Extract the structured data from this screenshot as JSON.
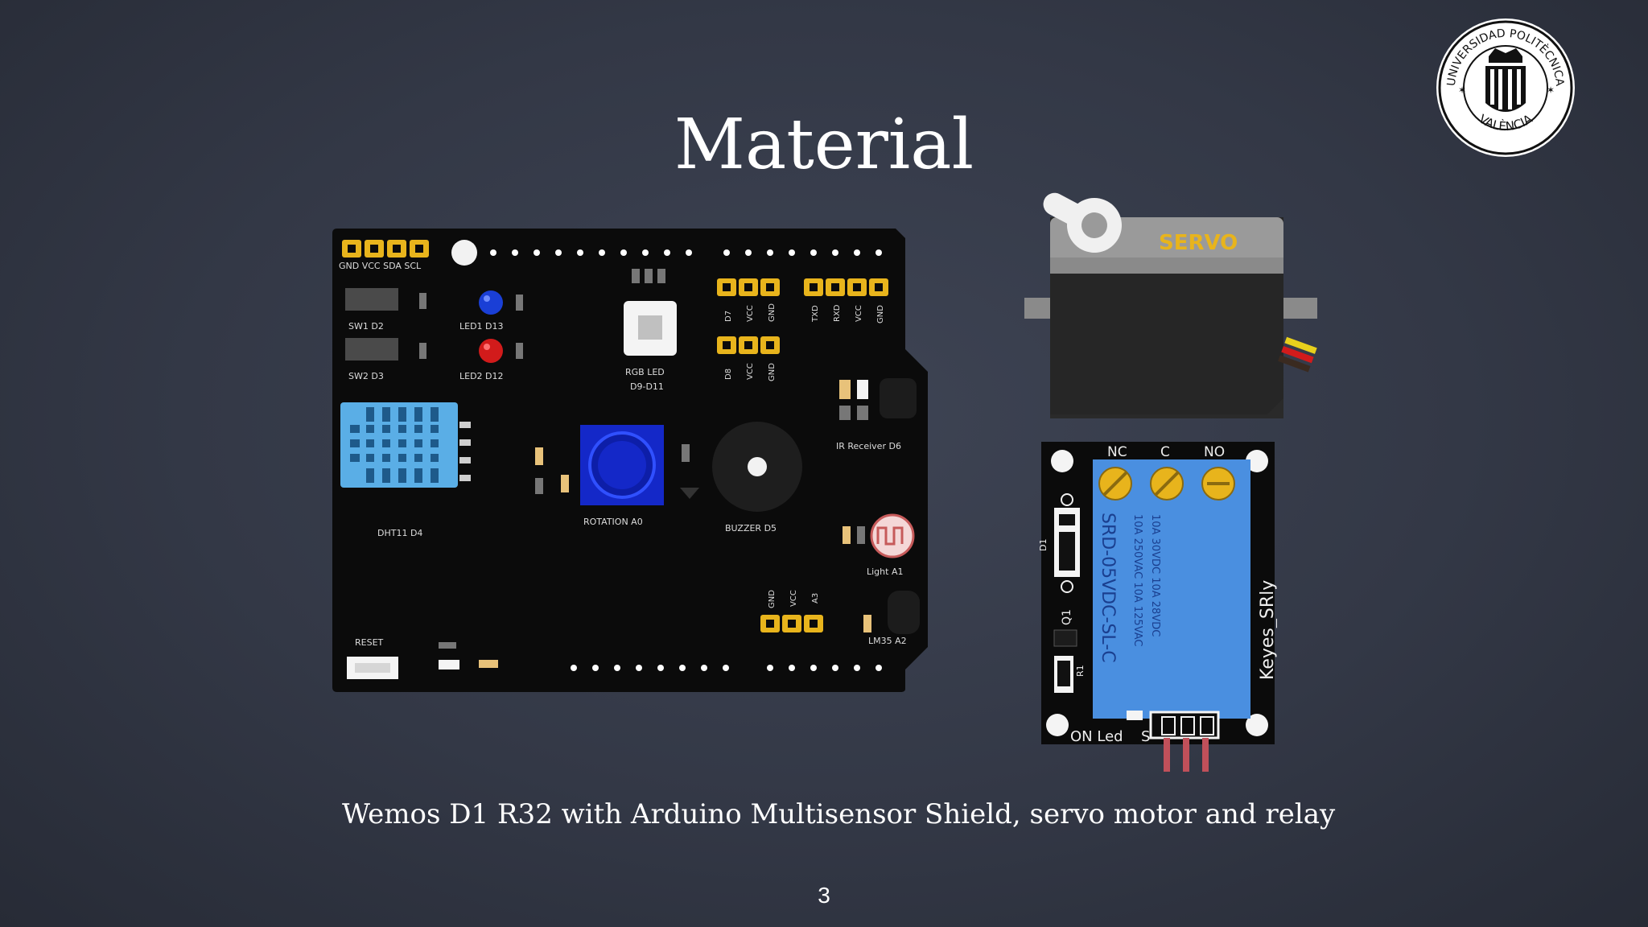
{
  "slide": {
    "title": "Material",
    "caption": "Wemos D1 R32 with Arduino Multisensor Shield, servo motor and relay",
    "page_number": "3"
  },
  "logo": {
    "top_text": "UNIVERSIDAD POLITÈCNICA",
    "bottom_text": "VALÈNCIA"
  },
  "shield": {
    "labels": {
      "i2c_header": "GND VCC SDA SCL",
      "sw1": "SW1 D2",
      "sw2": "SW2 D3",
      "led1": "LED1 D13",
      "led2": "LED2 D12",
      "rgb_led": "RGB LED",
      "rgb_pins": "D9-D11",
      "dht": "DHT11 D4",
      "rotation": "ROTATION A0",
      "buzzer": "BUZZER D5",
      "ir": "IR Receiver D6",
      "light": "Light A1",
      "lm35": "LM35 A2",
      "reset": "RESET",
      "pin_d7": "D7",
      "pin_vcc": "VCC",
      "pin_gnd": "GND",
      "pin_d8": "D8",
      "pin_txd": "TXD",
      "pin_rxd": "RXD",
      "pin_a3": "A3"
    }
  },
  "servo": {
    "label": "SERVO"
  },
  "relay": {
    "nc": "NC",
    "c": "C",
    "no": "NO",
    "model": "SRD-05VDC-SL-C",
    "rating1": "10A 250VAC  10A 125VAC",
    "rating2": "10A  30VDC  10A  28VDC",
    "brand": "Keyes_SRly",
    "on_led": "ON Led",
    "s": "S",
    "q1": "Q1",
    "d1": "D1",
    "r1": "R1"
  },
  "colors": {
    "background": "#333846",
    "board": "#0b0b0b",
    "header_gold": "#e8b41c",
    "relay_blue": "#4a8fe0",
    "dht_blue": "#5aaee6",
    "pot_blue": "#1428c8"
  }
}
